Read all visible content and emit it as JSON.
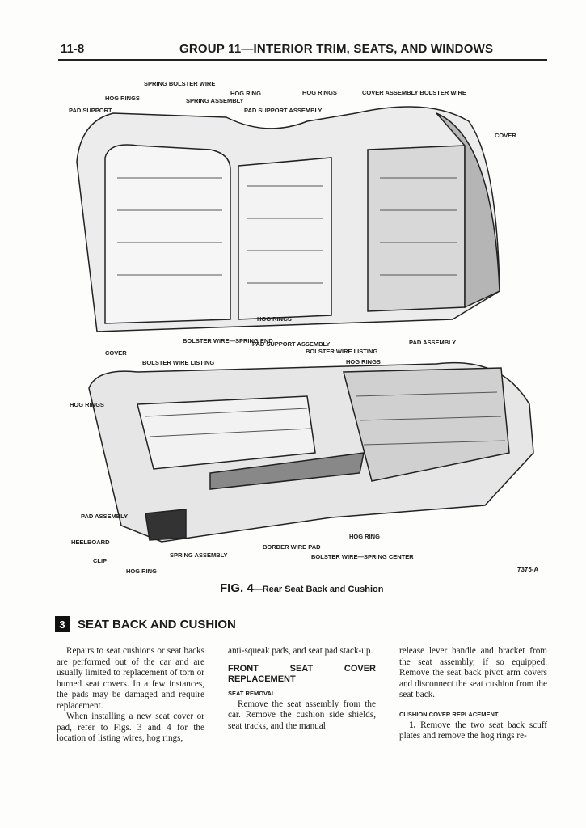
{
  "header": {
    "page_number": "11-8",
    "title": "GROUP 11—INTERIOR TRIM, SEATS, AND WINDOWS"
  },
  "figure": {
    "labels_top": [
      "SPRING BOLSTER WIRE",
      "HOG RINGS",
      "SPRING ASSEMBLY",
      "HOG RING",
      "PAD SUPPORT ASSEMBLY",
      "HOG RINGS",
      "COVER ASSEMBLY BOLSTER WIRE",
      "PAD SUPPORT",
      "COVER",
      "HOG RINGS",
      "PAD ASSEMBLY"
    ],
    "labels_bottom": [
      "BOLSTER WIRE—SPRING END",
      "PAD SUPPORT ASSEMBLY",
      "BOLSTER WIRE LISTING",
      "HOG RINGS",
      "COVER",
      "BOLSTER WIRE LISTING",
      "HOG RINGS",
      "PAD ASSEMBLY",
      "HEELBOARD",
      "CLIP",
      "SPRING ASSEMBLY",
      "HOG RING",
      "BORDER WIRE PAD",
      "BOLSTER WIRE—SPRING CENTER",
      "HOG RING"
    ],
    "figure_id": "7375-A",
    "caption_number": "FIG. 4",
    "caption_text": "—Rear Seat Back and Cushion"
  },
  "section": {
    "number": "3",
    "title": "SEAT BACK AND CUSHION"
  },
  "col1": {
    "p1": "Repairs to seat cushions or seat backs are performed out of the car and are usually limited to replacement of torn or burned seat covers. In a few instances, the pads may be damaged and require replacement.",
    "p2": "When installing a new seat cover or pad, refer to Figs. 3 and 4 for the location of listing wires, hog rings,"
  },
  "col2": {
    "p1": "anti-squeak pads, and seat pad stack-up.",
    "h2": "FRONT SEAT COVER REPLACEMENT",
    "h3": "SEAT REMOVAL",
    "p2": "Remove the seat assembly from the car. Remove the cushion side shields, seat tracks, and the manual"
  },
  "col3": {
    "p1": "release lever handle and bracket from the seat assembly, if so equipped. Remove the seat back pivot arm covers and disconnect the seat cushion from the seat back.",
    "h3": "CUSHION COVER REPLACEMENT",
    "p2_num": "1.",
    "p2": " Remove the two seat back scuff plates and remove the hog rings re-"
  }
}
